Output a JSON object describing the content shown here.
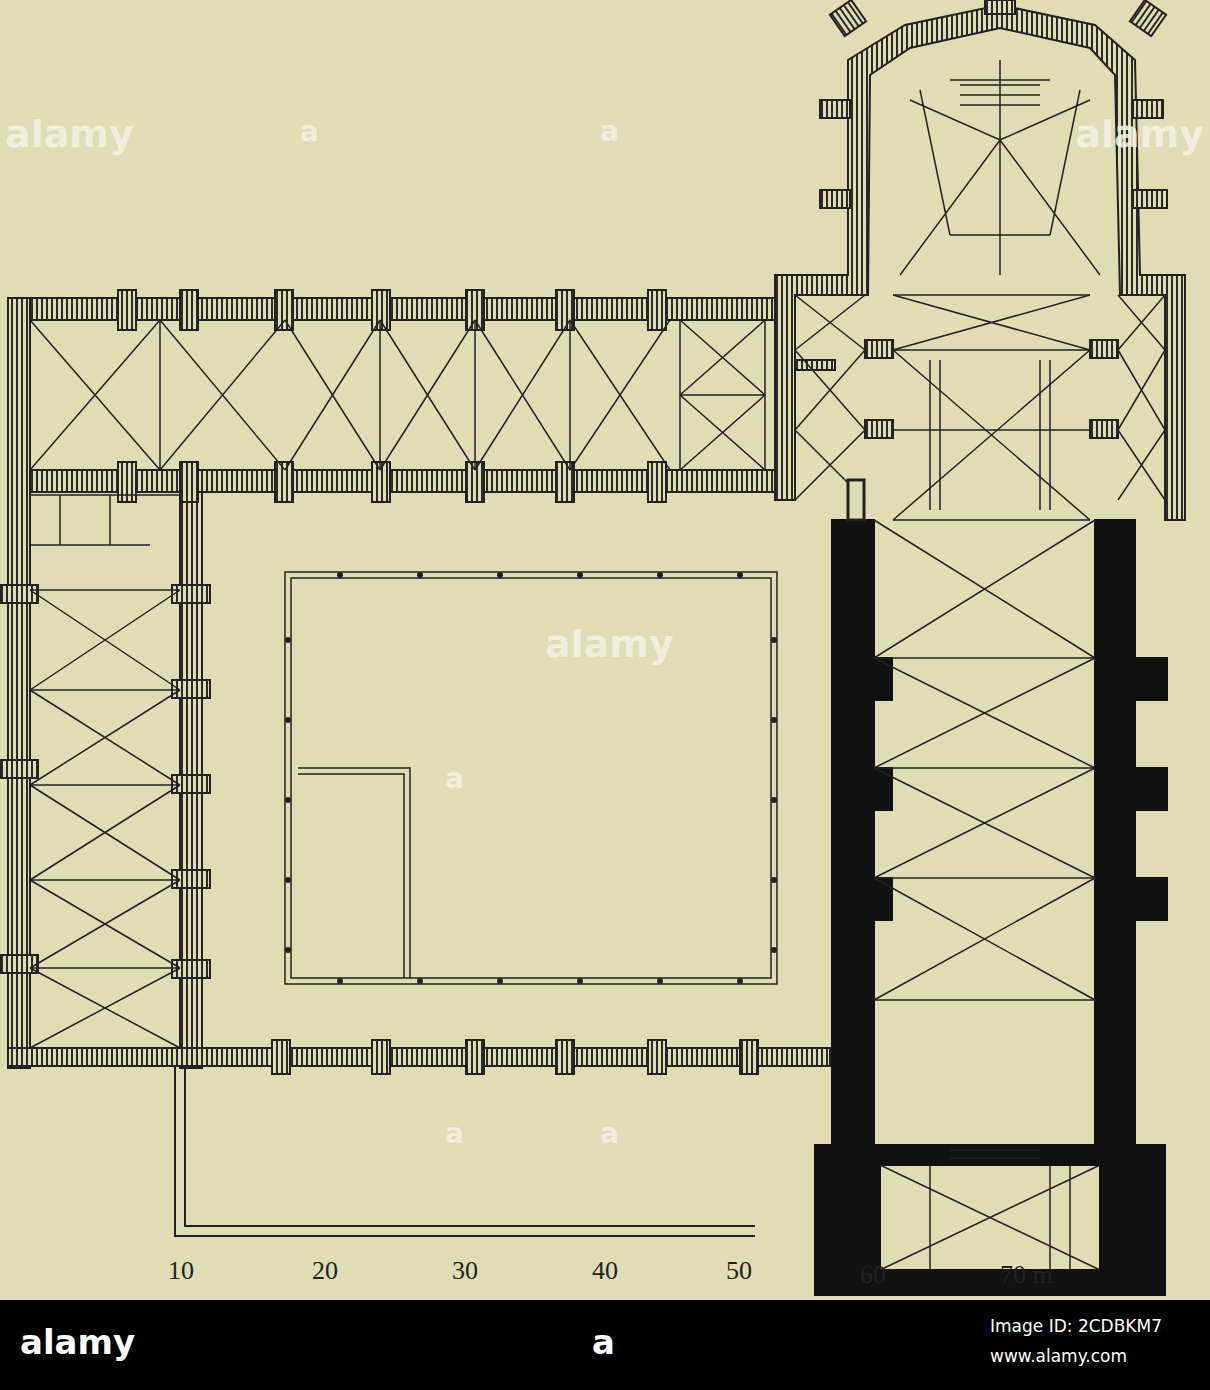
{
  "diagram": {
    "labels": [
      "alamy",
      "a",
      "a",
      "alamy",
      "alamy",
      "a",
      "a",
      "a",
      "10",
      "20",
      "30",
      "40",
      "50",
      "60",
      "70 m",
      "alamy",
      "a",
      "Image ID: 2CDBKM7",
      "www.alamy.com"
    ]
  }
}
